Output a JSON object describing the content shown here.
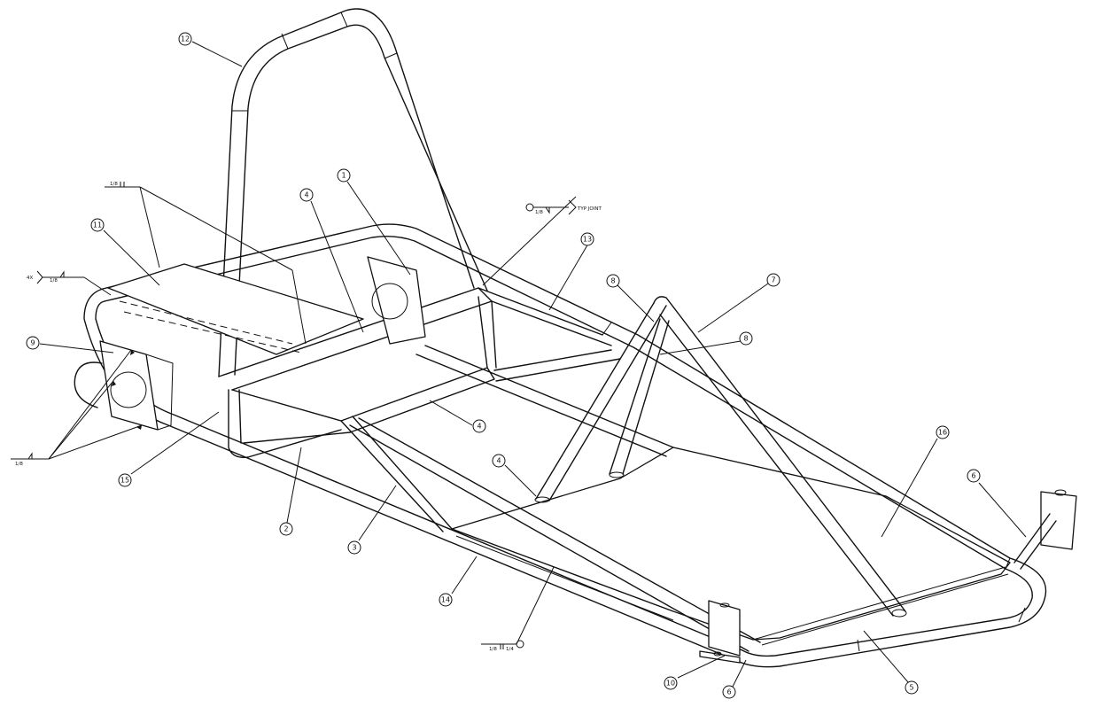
{
  "balloons": [
    {
      "id": "b1",
      "label": "1"
    },
    {
      "id": "b2",
      "label": "2"
    },
    {
      "id": "b3",
      "label": "3"
    },
    {
      "id": "b4a",
      "label": "4"
    },
    {
      "id": "b4b",
      "label": "4"
    },
    {
      "id": "b4c",
      "label": "4"
    },
    {
      "id": "b5",
      "label": "5"
    },
    {
      "id": "b6a",
      "label": "6"
    },
    {
      "id": "b6b",
      "label": "6"
    },
    {
      "id": "b7",
      "label": "7"
    },
    {
      "id": "b8a",
      "label": "8"
    },
    {
      "id": "b8b",
      "label": "8"
    },
    {
      "id": "b9",
      "label": "9"
    },
    {
      "id": "b10",
      "label": "10"
    },
    {
      "id": "b11",
      "label": "11"
    },
    {
      "id": "b12",
      "label": "12"
    },
    {
      "id": "b13",
      "label": "13"
    },
    {
      "id": "b14",
      "label": "14"
    },
    {
      "id": "b15",
      "label": "15"
    },
    {
      "id": "b16",
      "label": "16"
    }
  ],
  "weld_symbols": {
    "top_left": {
      "size": "1/8"
    },
    "four_x": {
      "count": "4X",
      "size": "1/8"
    },
    "lower_left": {
      "size": "1/8"
    },
    "typ_joint": {
      "size": "1/8",
      "note": "TYP JOINT"
    },
    "bottom": {
      "size": "1/8",
      "spacing": "1/4"
    }
  }
}
